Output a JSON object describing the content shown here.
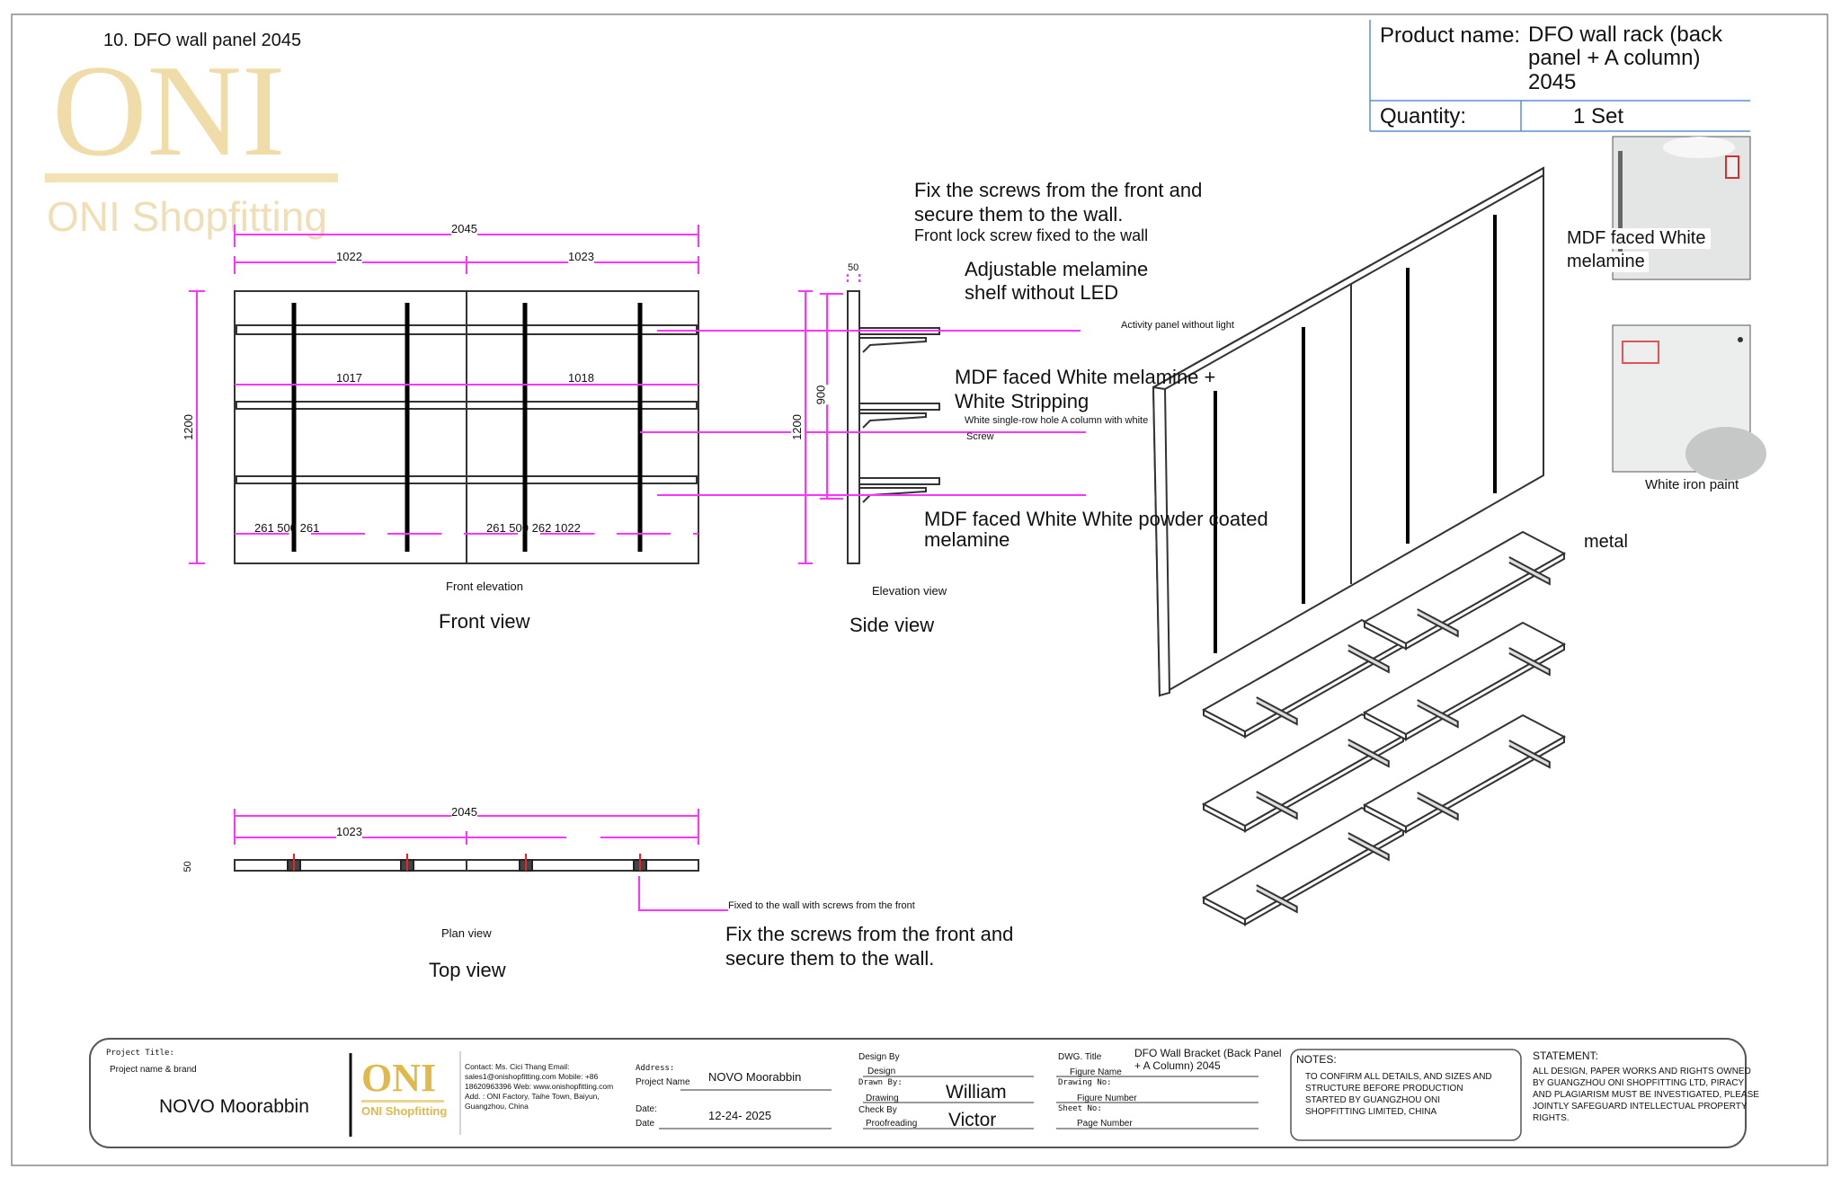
{
  "sheet_title": "10. DFO wall panel 2045",
  "logo": {
    "mark": "ONI",
    "subtitle": "ONI Shopfitting"
  },
  "product_box": {
    "name_label": "Product name:",
    "name_value": "DFO wall rack (back panel + A column) 2045",
    "quantity_label": "Quantity:",
    "quantity_value": "1 Set"
  },
  "front_view": {
    "dims": {
      "total": "2045",
      "left": "1022",
      "right": "1023",
      "inner_left": "1017",
      "inner_right": "1018",
      "height": "1200",
      "bottom_left": "261 500 261",
      "bottom_right": "261 500 262 1022"
    },
    "caption_small": "Front elevation",
    "caption": "Front view"
  },
  "side_view": {
    "dims": {
      "depth": "50",
      "height": "1200",
      "shelf_span": "900"
    },
    "caption_small": "Elevation view",
    "caption": "Side view"
  },
  "annotations": {
    "fix_screws_line1": "Fix the screws from the front and",
    "fix_screws_line2": "secure them to the wall.",
    "front_lock": "Front lock screw fixed to the wall",
    "shelf_line1": "Adjustable melamine",
    "shelf_line2": "shelf without LED",
    "activity_panel": "Activity panel without light",
    "mdf_strip_line1": "MDF faced White melamine +",
    "mdf_strip_line2": "White Stripping",
    "column_line1": "White single-row hole A column with white",
    "column_line2": "Screw",
    "powder_line1": "MDF faced White White powder coated",
    "powder_line2": "melamine"
  },
  "materials": {
    "photo1_label_line1": "MDF faced White",
    "photo1_label_line2": "melamine",
    "photo2_label": "White iron paint",
    "metal_label": "metal"
  },
  "top_view": {
    "dims": {
      "total": "2045",
      "left": "1023",
      "depth": "50"
    },
    "fixed_note": "Fixed to the wall with screws from the front",
    "fix_line1": "Fix the screws from the front and",
    "fix_line2": "secure them to the wall.",
    "caption_small": "Plan view",
    "caption": "Top view"
  },
  "title_block": {
    "project_title_label": "Project Title:",
    "project_brand_label": "Project name & brand",
    "project_name": "NOVO Moorabbin",
    "contact": [
      "Contact: Ms. Cici Thang Email:",
      "sales1@onishopfitting.com Mobile: +86",
      "18620963396 Web: www.onishopfitting.com",
      "Add. : ONI Factory, Taihe Town, Baiyun,",
      "Guangzhou, China"
    ],
    "address_label": "Address:",
    "project_name_label": "Project Name",
    "project_name_value": "NOVO Moorabbin",
    "date_label": "Date:",
    "date_label2": "Date",
    "date_value": "12-24- 2025",
    "design_by_label": "Design By",
    "design_label": "Design",
    "drawn_by_label": "Drawn By:",
    "drawing_label": "Drawing",
    "drawn_by_value": "William",
    "check_by_label": "Check By",
    "proofreading_label": "Proofreading",
    "check_by_value": "Victor",
    "dwg_title_label": "DWG. Title",
    "figure_name_label": "Figure Name",
    "figure_name_value": "DFO Wall Bracket (Back Panel + A Column) 2045",
    "drawing_no_label": "Drawing No:",
    "figure_number_label": "Figure Number",
    "sheet_no_label": "Sheet No:",
    "page_number_label": "Page Number",
    "notes_label": "NOTES:",
    "notes": [
      "TO CONFIRM ALL DETAILS, AND SIZES AND",
      "STRUCTURE BEFORE PRODUCTION",
      "STARTED BY GUANGZHOU ONI",
      "SHOPFITTING LIMITED, CHINA"
    ],
    "statement_label": "STATEMENT:",
    "statement": [
      "ALL DESIGN, PAPER WORKS AND RIGHTS OWNED",
      "BY GUANGZHOU ONI SHOPFITTING LTD, PIRACY",
      "AND PLAGIARISM MUST BE INVESTIGATED, PLEASE",
      "JOINTLY SAFEGUARD INTELLECTUAL PROPERTY",
      "RIGHTS."
    ]
  },
  "colors": {
    "dimension": "#ff33ff",
    "gold": "#e8cf93",
    "frame": "#666666",
    "box_border": "#5b8fd0"
  }
}
